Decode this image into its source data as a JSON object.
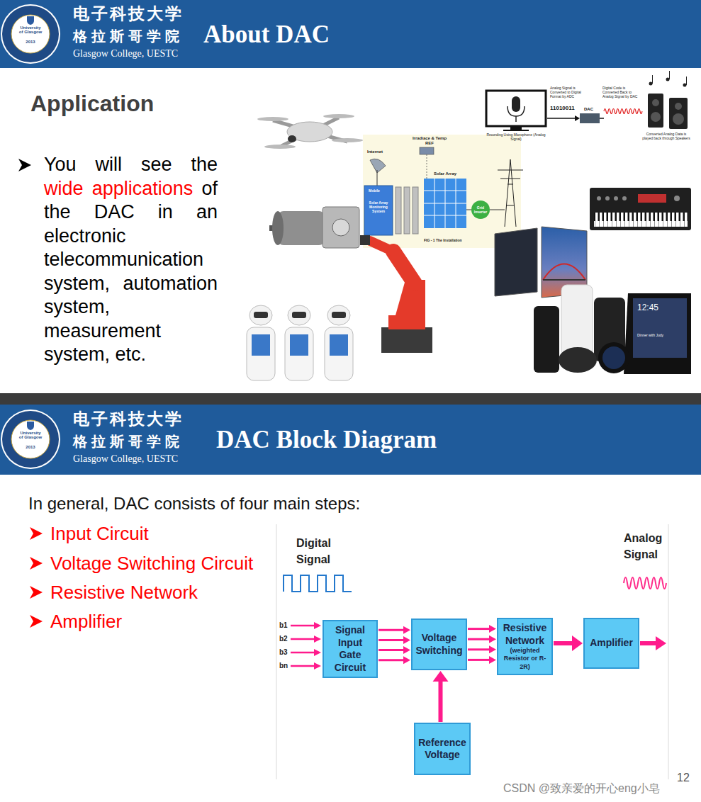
{
  "diagram": {
    "title": "DAC Block Diagram",
    "nodes": [
      {
        "text": [
          "Signal Input Gate Circuit"
        ]
      },
      {
        "text": [
          "Voltage Switching"
        ]
      },
      {
        "text": [
          "Resistive Network",
          "(weighted Resistor or R-2R)"
        ]
      },
      {
        "text": [
          "Amplifier"
        ]
      },
      {
        "text": [
          "Reference Voltage"
        ]
      }
    ],
    "edges": [
      {
        "from": 0,
        "to": 1,
        "arrow": "to"
      },
      {
        "from": 0,
        "to": 1,
        "arrow": "to"
      },
      {
        "from": 0,
        "to": 1,
        "arrow": "to"
      },
      {
        "from": 0,
        "to": 1,
        "arrow": "to"
      },
      {
        "from": 1,
        "to": 2,
        "arrow": "to"
      },
      {
        "from": 1,
        "to": 2,
        "arrow": "to"
      },
      {
        "from": 1,
        "to": 2,
        "arrow": "to"
      },
      {
        "from": 1,
        "to": 2,
        "arrow": "to"
      },
      {
        "from": 2,
        "to": 3,
        "arrow": "to"
      },
      {
        "from": 4,
        "to": 1,
        "arrow": "to"
      }
    ],
    "labels": [
      "电子科技大学",
      "格拉斯哥学院",
      "Glasgow College, UESTC",
      "University of Glasgow",
      "2013",
      "About DAC",
      "Application",
      "You will see the",
      "wide applications",
      "of the DAC in an electronic telecommunication system, automation system, measurement system, etc.",
      "Analog Signal is Converted to Digital Format by ADC",
      "11010011",
      "DAC",
      "Digital Code is Converted Back to Analog Signal by DAC",
      "Recording Using Microphone (Analog Signal)",
      "Converted Analog Data is played back through Speakers",
      "Internet",
      "Irradiace & Temp REF",
      "Solar Array",
      "Mobile",
      "Solar Array Monitoring System",
      "Grid Inverter",
      "FIG - 1 The Installation",
      "12:45",
      "Dinner with Judy",
      "电子科技大学",
      "格拉斯哥学院",
      "Glasgow College, UESTC",
      "University of Glasgow",
      "2013",
      "In general, DAC consists of four main steps:",
      "Input Circuit",
      "Voltage Switching Circuit",
      "Resistive Network",
      "Amplifier",
      "Digital Signal",
      "Analog Signal",
      "b1",
      "b2",
      "b3",
      "bn",
      "12",
      "CSDN @致亲爱的开心eng小皂"
    ]
  }
}
